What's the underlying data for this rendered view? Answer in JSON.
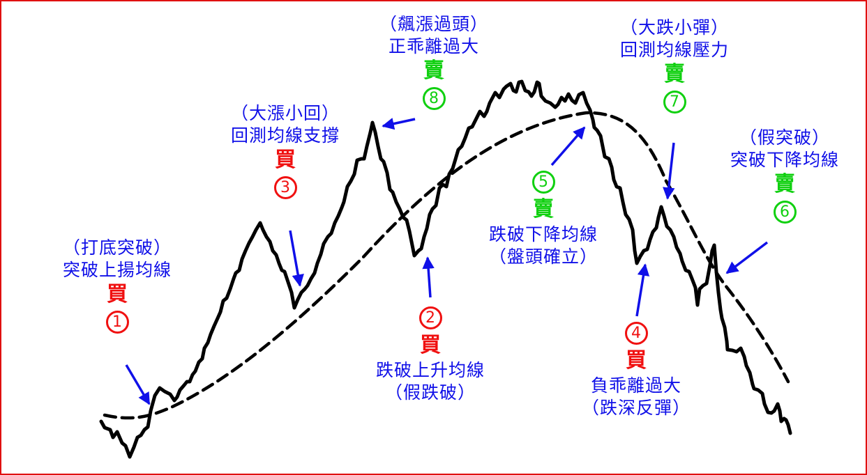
{
  "colors": {
    "frame": "#e01010",
    "annotation_text": "#1010e8",
    "buy": "#f01010",
    "sell": "#10d010",
    "arrow": "#1010e8",
    "price_line": "#000000",
    "moving_average": "#000000"
  },
  "chart_data": {
    "type": "line",
    "title": "",
    "xlabel": "",
    "ylabel": "",
    "series": [
      {
        "name": "price",
        "style": "solid",
        "description": "price line rising from bottom-left, peaking mid-right, then falling"
      },
      {
        "name": "moving-average",
        "style": "dashed",
        "description": "smooth arch moving average curve"
      }
    ],
    "annotations": [
      {
        "id": 1,
        "signal": "買",
        "type": "buy",
        "lines": [
          "（打底突破）",
          "突破上揚均線"
        ]
      },
      {
        "id": 2,
        "signal": "買",
        "type": "buy",
        "lines": [
          "跌破上升均線",
          "（假跌破）"
        ]
      },
      {
        "id": 3,
        "signal": "買",
        "type": "buy",
        "lines": [
          "（大漲小回）",
          "回測均線支撐"
        ]
      },
      {
        "id": 4,
        "signal": "買",
        "type": "buy",
        "lines": [
          "負乖離過大",
          "（跌深反彈）"
        ]
      },
      {
        "id": 5,
        "signal": "賣",
        "type": "sell",
        "lines": [
          "跌破下降均線",
          "（盤頭確立）"
        ]
      },
      {
        "id": 6,
        "signal": "賣",
        "type": "sell",
        "lines": [
          "（假突破）",
          "突破下降均線"
        ]
      },
      {
        "id": 7,
        "signal": "賣",
        "type": "sell",
        "lines": [
          "（大跌小彈）",
          "回測均線壓力"
        ]
      },
      {
        "id": 8,
        "signal": "賣",
        "type": "sell",
        "lines": [
          "（飆漲過頭）",
          "正乖離過大"
        ]
      }
    ]
  },
  "labels": {
    "a1": {
      "line1": "（打底突破）",
      "line2": "突破上揚均線",
      "action": "買",
      "num": "①"
    },
    "a2": {
      "line1": "跌破上升均線",
      "line2": "（假跌破）",
      "action": "買",
      "num": "②"
    },
    "a3": {
      "line1": "（大漲小回）",
      "line2": "回測均線支撐",
      "action": "買",
      "num": "③"
    },
    "a4": {
      "line1": "負乖離過大",
      "line2": "（跌深反彈）",
      "action": "買",
      "num": "④"
    },
    "a5": {
      "line1": "跌破下降均線",
      "line2": "（盤頭確立）",
      "action": "賣",
      "num": "⑤"
    },
    "a6": {
      "line1": "（假突破）",
      "line2": "突破下降均線",
      "action": "賣",
      "num": "⑥"
    },
    "a7": {
      "line1": "（大跌小彈）",
      "line2": "回測均線壓力",
      "action": "賣",
      "num": "⑦"
    },
    "a8": {
      "line1": "（飆漲過頭）",
      "line2": "正乖離過大",
      "action": "賣",
      "num": "⑧"
    }
  },
  "nums": {
    "n1": "1",
    "n2": "2",
    "n3": "3",
    "n4": "4",
    "n5": "5",
    "n6": "6",
    "n7": "7",
    "n8": "8"
  }
}
